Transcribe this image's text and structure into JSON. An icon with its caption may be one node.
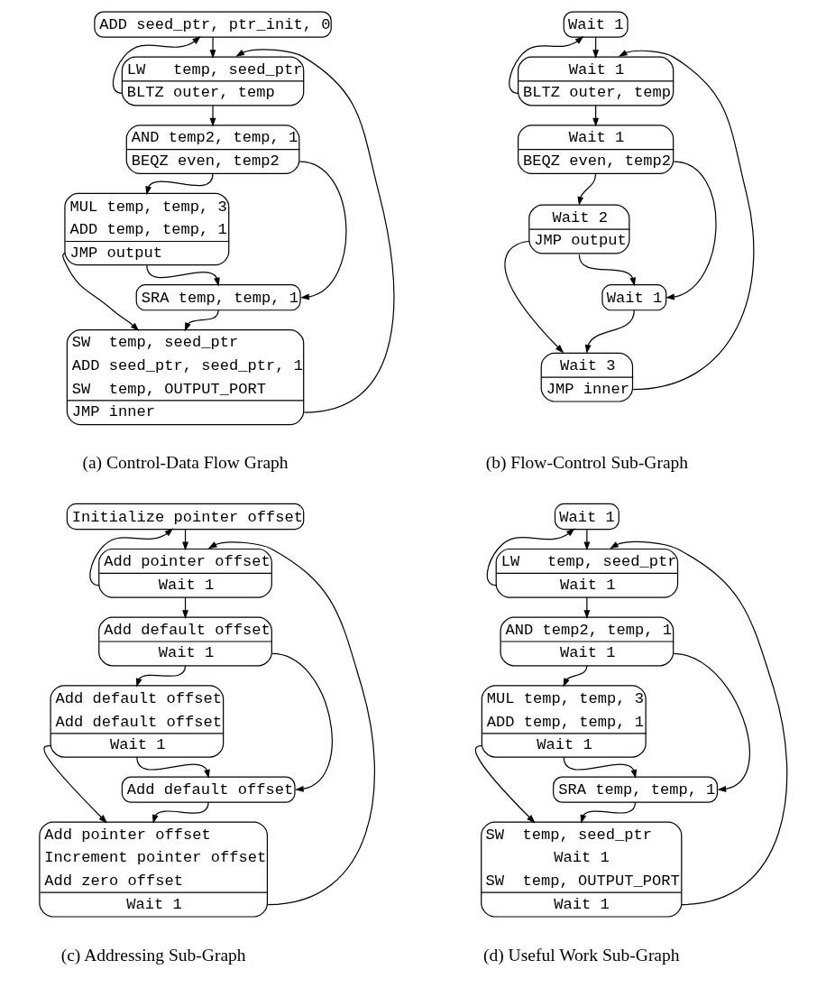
{
  "diagram": {
    "nodes": [
      {
        "text": [
          "ADD seed_ptr, ptr_init, 0"
        ]
      },
      {
        "text": [
          "LW   temp, seed_ptr",
          "BLTZ outer, temp"
        ]
      },
      {
        "text": [
          "AND temp2, temp, 1",
          "BEQZ even, temp2"
        ]
      },
      {
        "text": [
          "MUL temp, temp, 3",
          "ADD temp, temp, 1",
          "JMP output"
        ]
      },
      {
        "text": [
          "SRA temp, temp, 1"
        ]
      },
      {
        "text": [
          "SW  temp, seed_ptr",
          "ADD seed_ptr, seed_ptr, 1",
          "SW  temp, OUTPUT_PORT",
          "JMP inner"
        ]
      },
      {
        "text": [
          "Wait 1"
        ]
      },
      {
        "text": [
          "Wait 1",
          "BLTZ outer, temp"
        ]
      },
      {
        "text": [
          "Wait 1",
          "BEQZ even, temp2"
        ]
      },
      {
        "text": [
          "Wait 2",
          "JMP output"
        ]
      },
      {
        "text": [
          "Wait 1"
        ]
      },
      {
        "text": [
          "Wait 3",
          "JMP inner"
        ]
      },
      {
        "text": [
          "Initialize pointer offset"
        ]
      },
      {
        "text": [
          "Add pointer offset",
          "Wait 1"
        ]
      },
      {
        "text": [
          "Add default offset",
          "Wait 1"
        ]
      },
      {
        "text": [
          "Add default offset",
          "Add default offset",
          "Wait 1"
        ]
      },
      {
        "text": [
          "Add default offset"
        ]
      },
      {
        "text": [
          "Add pointer offset",
          "Increment pointer offset",
          "Add zero offset",
          "Wait 1"
        ]
      },
      {
        "text": [
          "Wait 1"
        ]
      },
      {
        "text": [
          "LW   temp, seed_ptr",
          "Wait 1"
        ]
      },
      {
        "text": [
          "AND temp2, temp, 1",
          "Wait 1"
        ]
      },
      {
        "text": [
          "MUL temp, temp, 3",
          "ADD temp, temp, 1",
          "Wait 1"
        ]
      },
      {
        "text": [
          "SRA temp, temp, 1"
        ]
      },
      {
        "text": [
          "SW  temp, seed_ptr",
          "Wait 1",
          "SW  temp, OUTPUT_PORT",
          "Wait 1"
        ]
      }
    ],
    "edges": [
      {
        "from": 0,
        "to": 1,
        "arrow": "to"
      },
      {
        "from": 1,
        "to": 0,
        "arrow": "to"
      },
      {
        "from": 1,
        "to": 2,
        "arrow": "to"
      },
      {
        "from": 2,
        "to": 3,
        "arrow": "to"
      },
      {
        "from": 2,
        "to": 4,
        "arrow": "to"
      },
      {
        "from": 3,
        "to": 4,
        "arrow": "to"
      },
      {
        "from": 3,
        "to": 5,
        "arrow": "to"
      },
      {
        "from": 4,
        "to": 5,
        "arrow": "to"
      },
      {
        "from": 5,
        "to": 1,
        "arrow": "to"
      },
      {
        "from": 6,
        "to": 7,
        "arrow": "to"
      },
      {
        "from": 7,
        "to": 6,
        "arrow": "to"
      },
      {
        "from": 7,
        "to": 8,
        "arrow": "to"
      },
      {
        "from": 8,
        "to": 9,
        "arrow": "to"
      },
      {
        "from": 8,
        "to": 10,
        "arrow": "to"
      },
      {
        "from": 9,
        "to": 10,
        "arrow": "to"
      },
      {
        "from": 9,
        "to": 11,
        "arrow": "to"
      },
      {
        "from": 10,
        "to": 11,
        "arrow": "to"
      },
      {
        "from": 11,
        "to": 7,
        "arrow": "to"
      },
      {
        "from": 12,
        "to": 13,
        "arrow": "to"
      },
      {
        "from": 13,
        "to": 12,
        "arrow": "to"
      },
      {
        "from": 13,
        "to": 14,
        "arrow": "to"
      },
      {
        "from": 14,
        "to": 15,
        "arrow": "to"
      },
      {
        "from": 14,
        "to": 16,
        "arrow": "to"
      },
      {
        "from": 15,
        "to": 16,
        "arrow": "to"
      },
      {
        "from": 15,
        "to": 17,
        "arrow": "to"
      },
      {
        "from": 16,
        "to": 17,
        "arrow": "to"
      },
      {
        "from": 17,
        "to": 13,
        "arrow": "to"
      },
      {
        "from": 18,
        "to": 19,
        "arrow": "to"
      },
      {
        "from": 19,
        "to": 18,
        "arrow": "to"
      },
      {
        "from": 19,
        "to": 20,
        "arrow": "to"
      },
      {
        "from": 20,
        "to": 21,
        "arrow": "to"
      },
      {
        "from": 20,
        "to": 22,
        "arrow": "to"
      },
      {
        "from": 21,
        "to": 22,
        "arrow": "to"
      },
      {
        "from": 21,
        "to": 23,
        "arrow": "to"
      },
      {
        "from": 22,
        "to": 23,
        "arrow": "to"
      },
      {
        "from": 23,
        "to": 19,
        "arrow": "to"
      }
    ],
    "labels": [
      "(a) Control-Data Flow Graph",
      "(b) Flow-Control Sub-Graph",
      "(c) Addressing Sub-Graph",
      "(d) Useful Work Sub-Graph"
    ]
  }
}
